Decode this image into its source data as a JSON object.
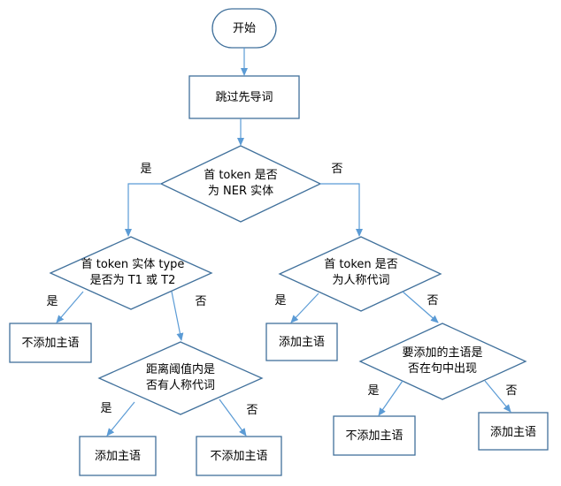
{
  "nodes": {
    "start": "开始",
    "skip_leading": "跳过先导词",
    "q_first_ner": [
      "首 token 是否",
      "为 NER 实体"
    ],
    "q_type": [
      "首 token 实体 type",
      "是否为 T1 或 T2"
    ],
    "q_pronoun": [
      "首 token 是否",
      "为人称代词"
    ],
    "q_distance": [
      "距离阈值内是",
      "否有人称代词"
    ],
    "q_subject_in_sentence": [
      "要添加的主语是",
      "否在句中出现"
    ],
    "no_add_1": "不添加主语",
    "add_1": "添加主语",
    "add_2": "添加主语",
    "no_add_2": "不添加主语",
    "no_add_3": "不添加主语",
    "add_3": "添加主语"
  },
  "edges": {
    "yes": "是",
    "no": "否"
  }
}
